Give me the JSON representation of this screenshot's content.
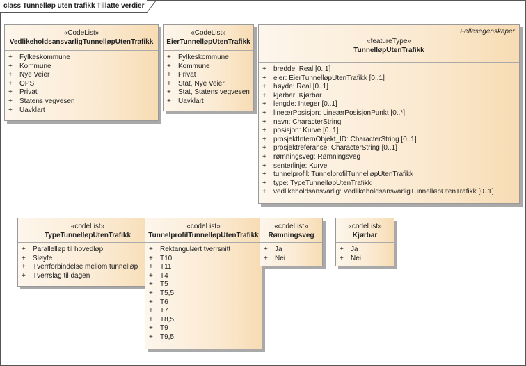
{
  "frame": {
    "title": "class Tunnelløp uten trafikk Tillatte verdier"
  },
  "colors": {
    "box_fill_light": "#fdf6ec",
    "box_fill_dark": "#f7dcb4",
    "border": "#999999",
    "shadow": "#a9a9a9"
  },
  "visibility_symbol": "+",
  "classes": [
    {
      "id": "vedlikehold",
      "stereotype": "«CodeList»",
      "name": "VedlikeholdsansvarligTunnelløpUtenTrafikk",
      "items": [
        "Fylkeskommune",
        "Kommune",
        "Nye Veier",
        "OPS",
        "Privat",
        "Statens vegvesen",
        "Uavklart"
      ]
    },
    {
      "id": "eier",
      "stereotype": "«CodeList»",
      "name": "EierTunnelløpUtenTrafikk",
      "items": [
        "Fylkeskommune",
        "Kommune",
        "Privat",
        "Stat, Nye Veier",
        "Stat, Statens vegvesen",
        "Uavklart"
      ]
    },
    {
      "id": "tunnellop",
      "tag": "Fellesegenskaper",
      "stereotype": "«featureType»",
      "name": "TunnelløpUtenTrafikk",
      "items": [
        "bredde: Real [0..1]",
        "eier: EierTunnelløpUtenTrafikk [0..1]",
        "høyde: Real [0..1]",
        "kjørbar: Kjørbar",
        "lengde: Integer [0..1]",
        "lineærPosisjon: LineærPosisjonPunkt [0..*]",
        "navn: CharacterString",
        "posisjon: Kurve [0..1]",
        "prosjektInternObjekt_ID: CharacterString [0..1]",
        "prosjektreferanse: CharacterString [0..1]",
        "rømningsveg: Rømningsveg",
        "senterlinje: Kurve",
        "tunnelprofil: TunnelprofilTunnelløpUtenTrafikk",
        "type: TypeTunnelløpUtenTrafikk",
        "vedlikeholdsansvarlig: VedlikeholdsansvarligTunnelløpUtenTrafikk [0..1]"
      ]
    },
    {
      "id": "type",
      "stereotype": "«codeList»",
      "name": "TypeTunnelløpUtenTrafikk",
      "items": [
        "Parallelløp til hovedløp",
        "Sløyfe",
        "Tverrforbindelse mellom tunnelløp",
        "Tverrslag til dagen"
      ]
    },
    {
      "id": "tunnelprofil",
      "stereotype": "«codeList»",
      "name": "TunnelprofilTunnelløpUtenTrafikk",
      "items": [
        "Rektangulært tverrsnitt",
        "T10",
        "T11",
        "T4",
        "T5",
        "T5,5",
        "T6",
        "T7",
        "T8,5",
        "T9",
        "T9,5"
      ]
    },
    {
      "id": "romningsveg",
      "stereotype": "«codeList»",
      "name": "Rømningsveg",
      "items": [
        "Ja",
        "Nei"
      ]
    },
    {
      "id": "kjorbar",
      "stereotype": "«codeList»",
      "name": "Kjørbar",
      "items": [
        "Ja",
        "Nei"
      ]
    }
  ]
}
